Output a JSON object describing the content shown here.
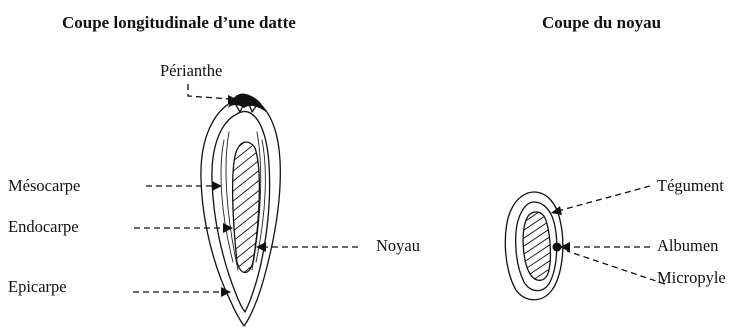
{
  "left_figure": {
    "title": "Coupe longitudinale d’une datte",
    "labels": {
      "perianthe": "Périanthe",
      "mesocarpe": "Mésocarpe",
      "endocarpe": "Endocarpe",
      "epicarpe": "Epicarpe",
      "noyau": "Noyau"
    }
  },
  "right_figure": {
    "title": "Coupe du noyau",
    "labels": {
      "tegument": "Tégument",
      "albumen": "Albumen",
      "micropyle": "Micropyle"
    }
  }
}
